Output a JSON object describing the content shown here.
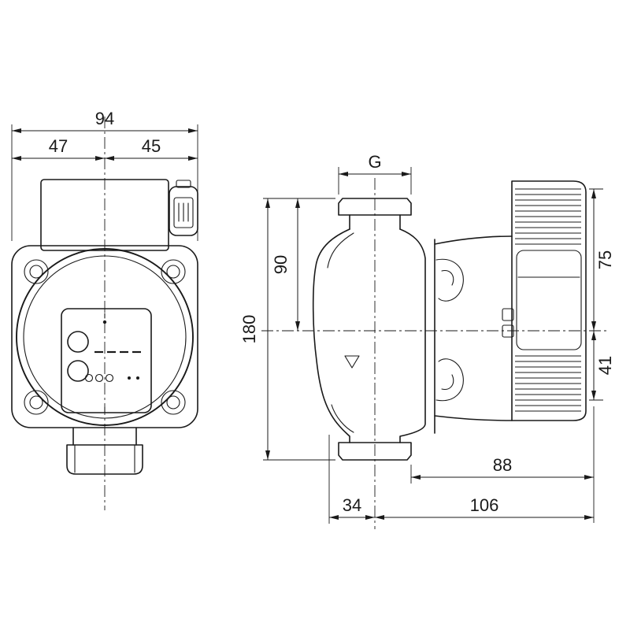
{
  "colors": {
    "ink": "#1a1a1a",
    "background": "#ffffff"
  },
  "dims": {
    "front_total_width": "94",
    "front_width_left": "47",
    "front_width_right": "45",
    "connection_thread": "G",
    "axis_to_flange_top": "90",
    "port_to_port_height": "180",
    "axis_to_housing_top": "75",
    "axis_to_housing_bottom": "41",
    "flange_to_rear": "88",
    "volute_face_to_axis": "34",
    "axis_to_rear": "106"
  }
}
